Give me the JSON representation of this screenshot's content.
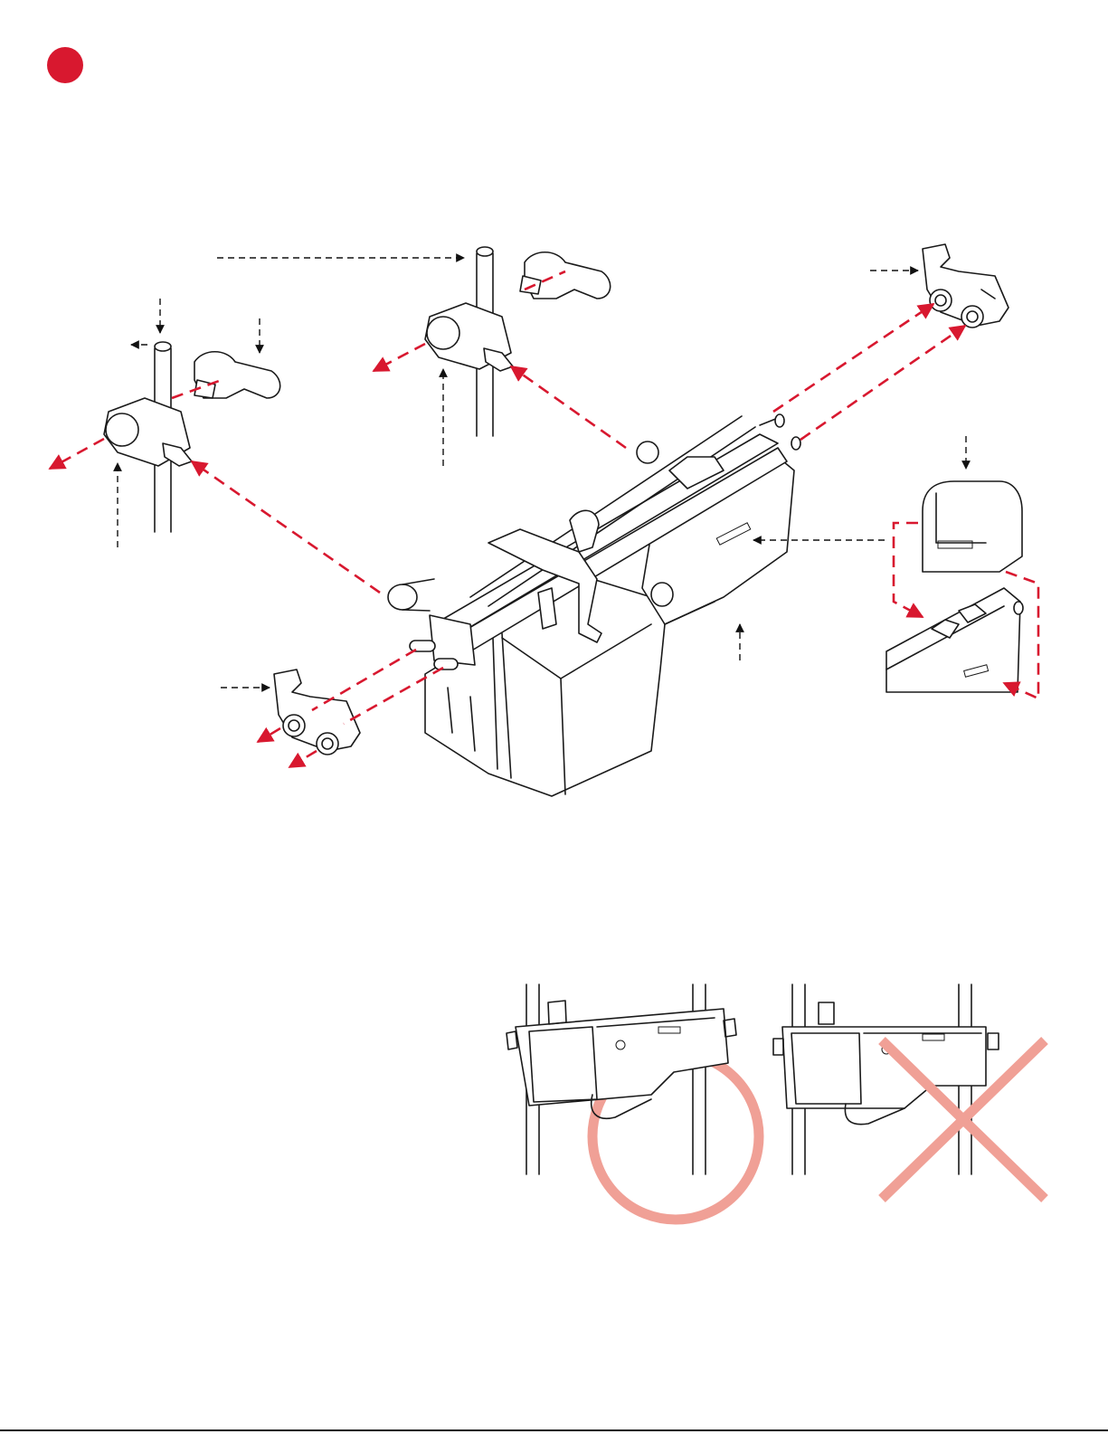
{
  "step": {
    "badge_color": "#d8182f",
    "label": ""
  },
  "colors": {
    "accent_red": "#d8182f",
    "correct_mark": "#f0a096",
    "wrong_mark": "#f0a096",
    "line_art": "#1a1a1a"
  },
  "figures": {
    "main": {
      "description_icon": "assembly-exploded-view"
    },
    "comparison": {
      "correct": {
        "icon": "circle-ok-mark"
      },
      "wrong": {
        "icon": "cross-x-mark"
      }
    }
  }
}
